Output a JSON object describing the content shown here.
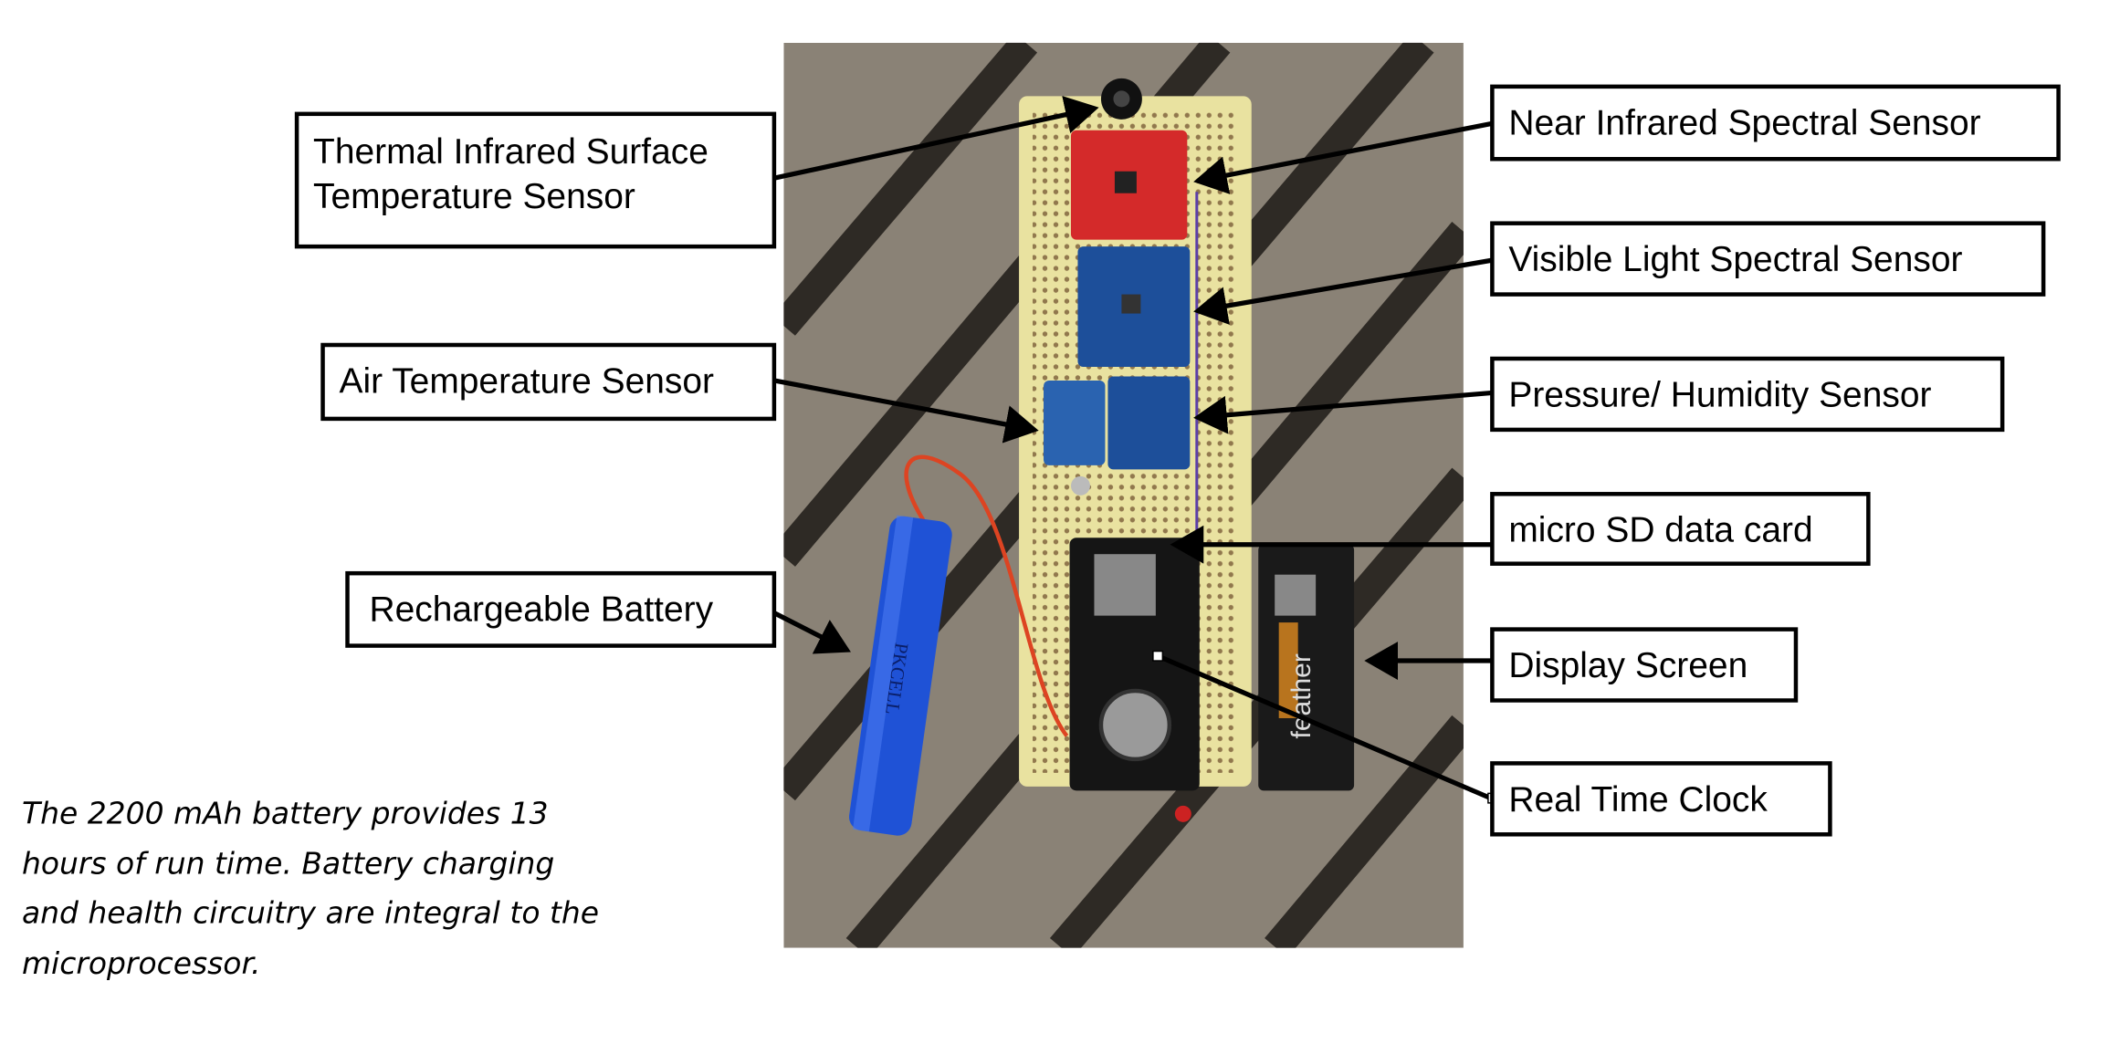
{
  "labels": {
    "thermal": [
      "Thermal Infrared Surface",
      "Temperature Sensor"
    ],
    "nir": "Near Infrared Spectral Sensor",
    "visible": "Visible Light Spectral Sensor",
    "air": "Air Temperature Sensor",
    "pressure": "Pressure/ Humidity Sensor",
    "sd": "micro SD data card",
    "battery": "Rechargeable Battery",
    "display": "Display Screen",
    "rtc": "Real Time Clock"
  },
  "caption": [
    "The 2200 mAh battery provides 13",
    "hours of run time. Battery charging",
    "and health circuitry are integral to the",
    "microprocessor."
  ],
  "photo": {
    "battery_brand": "PKCELL",
    "display_brand": "feather"
  },
  "colors": {
    "wood": "#8a8276",
    "board": "#e9e2a0",
    "red_sensor": "#d42a2a",
    "blue_sensor": "#1d4f9a",
    "battery": "#1f52d6"
  }
}
